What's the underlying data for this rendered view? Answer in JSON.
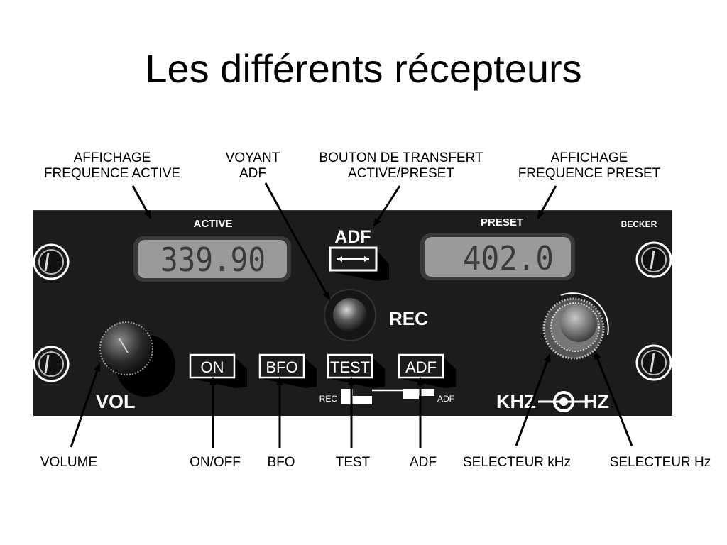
{
  "title": "Les différents récepteurs",
  "callouts": {
    "freq_active": [
      "AFFICHAGE",
      "FREQUENCE ACTIVE"
    ],
    "voyant": [
      "VOYANT",
      "ADF"
    ],
    "transfert": [
      "BOUTON  DE TRANSFERT",
      "ACTIVE/PRESET"
    ],
    "freq_preset": [
      "AFFICHAGE",
      "FREQUENCE PRESET"
    ]
  },
  "panel": {
    "active_label": "ACTIVE",
    "preset_label": "PRESET",
    "brand": "BECKER",
    "active_freq": "339.90",
    "preset_freq": "402.0",
    "adf_title": "ADF",
    "rec_label": "REC",
    "vol_label": "VOL",
    "buttons": {
      "on": "ON",
      "bfo": "BFO",
      "test": "TEST",
      "adf": "ADF"
    },
    "switch_left": "REC",
    "switch_right": "ADF",
    "khz": "KHZ",
    "hz": "HZ"
  },
  "bottom_labels": {
    "volume": "VOLUME",
    "onoff": "ON/OFF",
    "bfo": "BFO",
    "test": "TEST",
    "adf": "ADF",
    "sel_khz": "SELECTEUR kHz",
    "sel_hz": "SELECTEUR Hz"
  },
  "colors": {
    "panel": "#1c1c1c",
    "display": "#9a9a9a",
    "lcd_text": "#3a3a3a"
  }
}
